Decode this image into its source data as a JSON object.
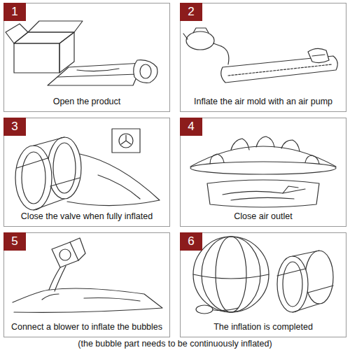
{
  "diagram": {
    "nodes": [
      {
        "text": [
          "1",
          "Open the product"
        ]
      },
      {
        "text": [
          "2",
          "Inflate the air mold with an air pump"
        ]
      },
      {
        "text": [
          "3",
          "Close the valve when fully inflated"
        ]
      },
      {
        "text": [
          "4",
          "Close air outlet"
        ]
      },
      {
        "text": [
          "5",
          "Connect a blower to inflate the bubbles"
        ]
      },
      {
        "text": [
          "6",
          "The inflation is completed"
        ]
      }
    ],
    "edges": [],
    "labels": [
      "(the bubble part needs to be continuously inflated)"
    ]
  }
}
